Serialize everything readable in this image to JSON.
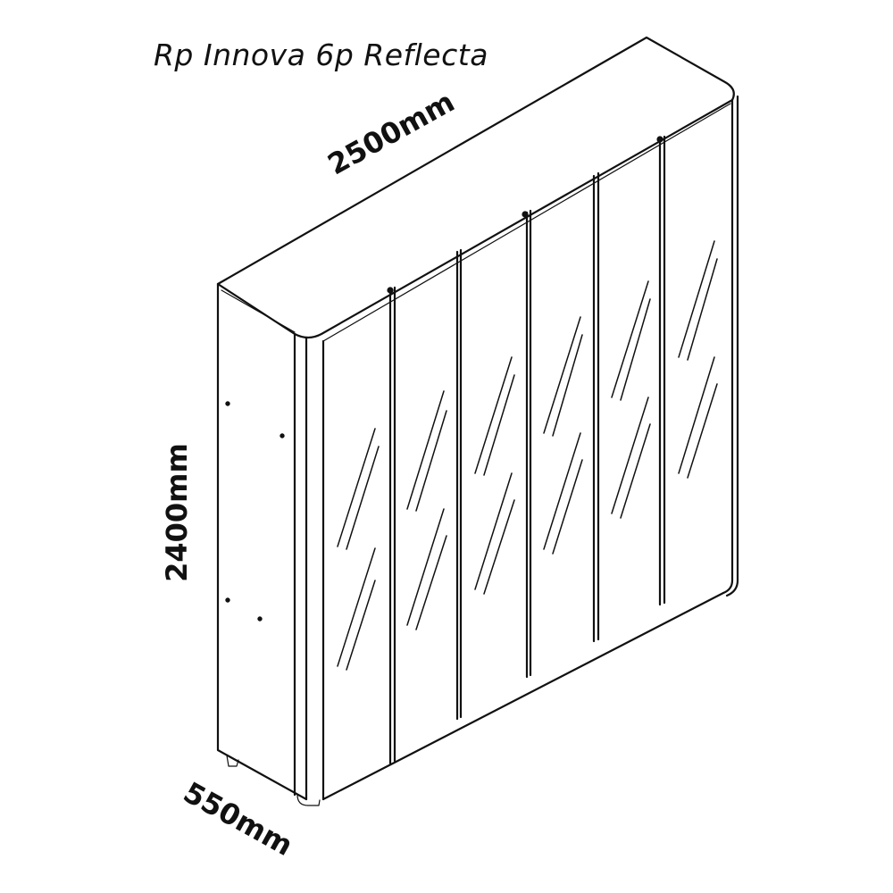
{
  "title": "Rp Innova 6p Reflecta",
  "dimensions": {
    "width": "2500mm",
    "height": "2400mm",
    "depth": "550mm"
  },
  "product": {
    "type": "wardrobe",
    "door_count": 6,
    "door_finish": "mirror",
    "icon": "wardrobe-line-drawing"
  },
  "colors": {
    "line": "#111111",
    "background": "#ffffff"
  }
}
